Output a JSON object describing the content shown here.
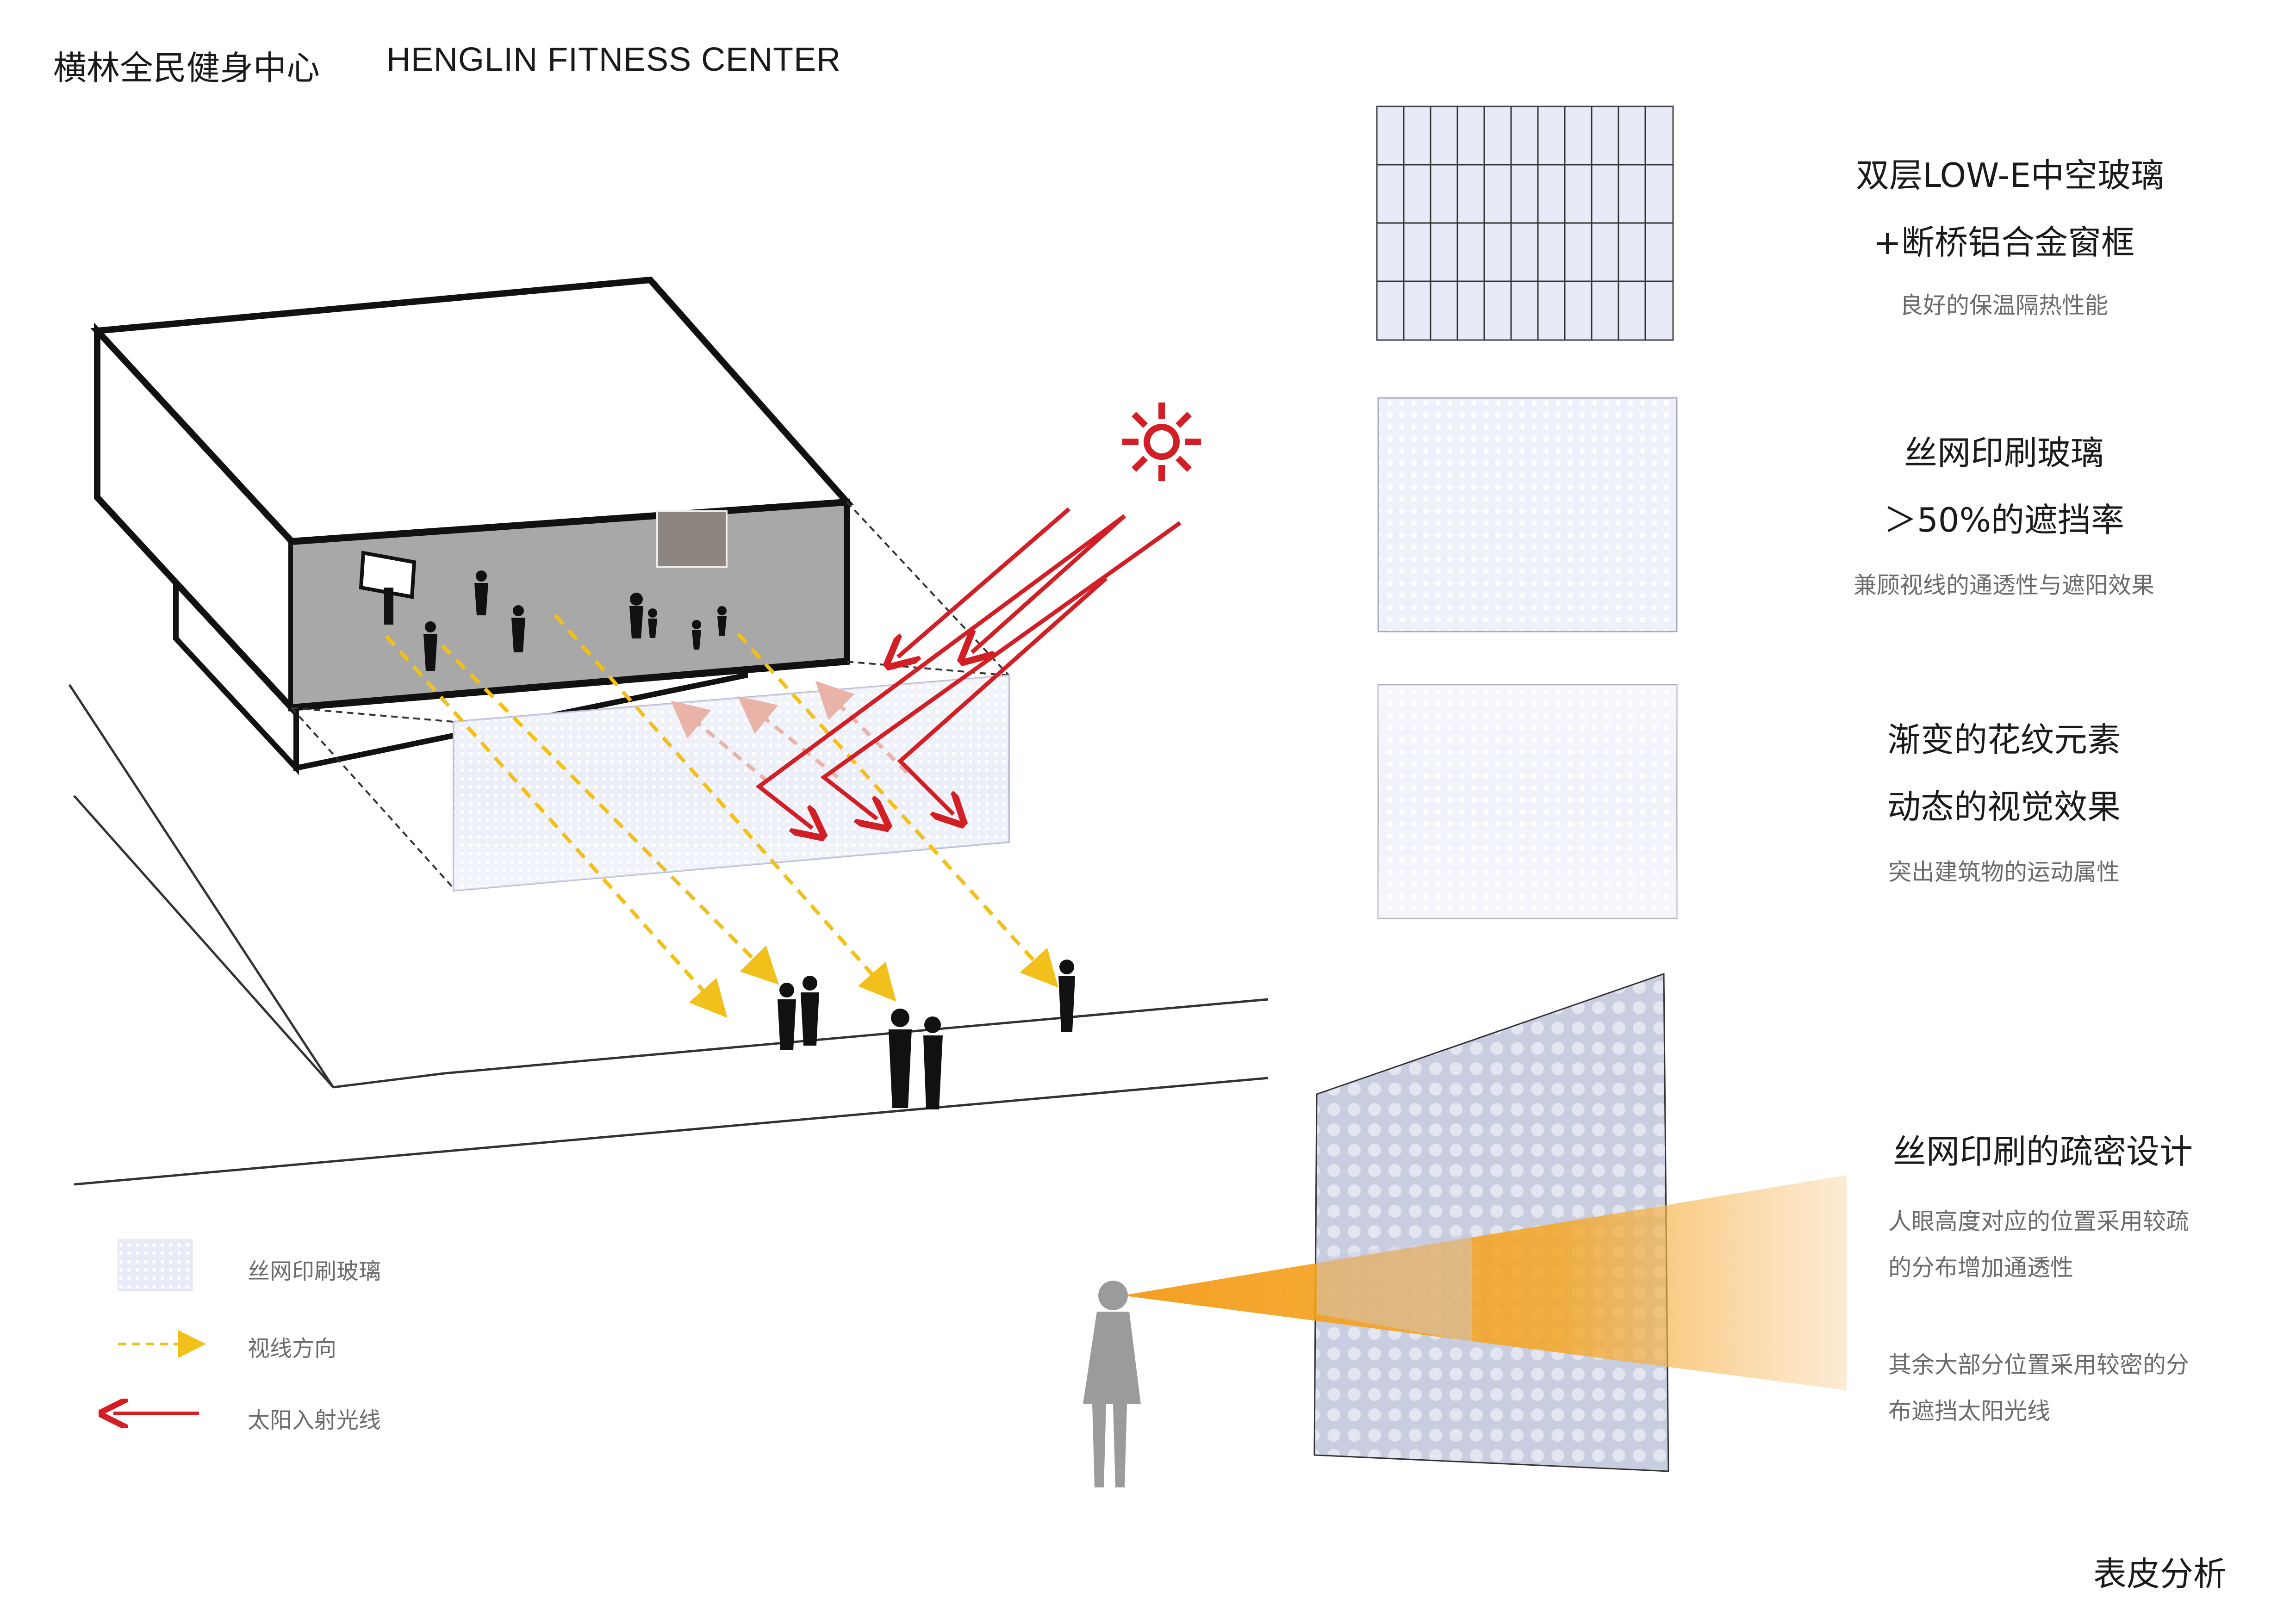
{
  "header": {
    "title_cn": "横林全民健身中心",
    "title_en": "HENGLIN FITNESS CENTER"
  },
  "features": [
    {
      "line1": "双层LOW-E中空玻璃",
      "line2": "+断桥铝合金窗框",
      "sub": "良好的保温隔热性能"
    },
    {
      "line1": "丝网印刷玻璃",
      "line2": "＞50%的遮挡率",
      "sub": "兼顾视线的通透性与遮阳效果"
    },
    {
      "line1": "渐变的花纹元素",
      "line2": "动态的视觉效果",
      "sub": "突出建筑物的运动属性"
    }
  ],
  "density": {
    "title": "丝网印刷的疏密设计",
    "desc1_line1": "人眼高度对应的位置采用较疏",
    "desc1_line2": "的分布增加通透性",
    "desc2_line1": "其余大部分位置采用较密的分",
    "desc2_line2": "布遮挡太阳光线"
  },
  "legend": [
    {
      "label": "丝网印刷玻璃",
      "icon": "glass-swatch-icon"
    },
    {
      "label": "视线方向",
      "icon": "dashed-arrow-icon"
    },
    {
      "label": "太阳入射光线",
      "icon": "red-arrow-icon"
    }
  ],
  "footer": {
    "label": "表皮分析"
  },
  "colors": {
    "sun_red": "#d21f26",
    "sight_yellow": "#f2c01a",
    "glass_blue": "#e6e9f7",
    "grid_line": "#7d82a8",
    "cone_orange": "#f5a623"
  }
}
